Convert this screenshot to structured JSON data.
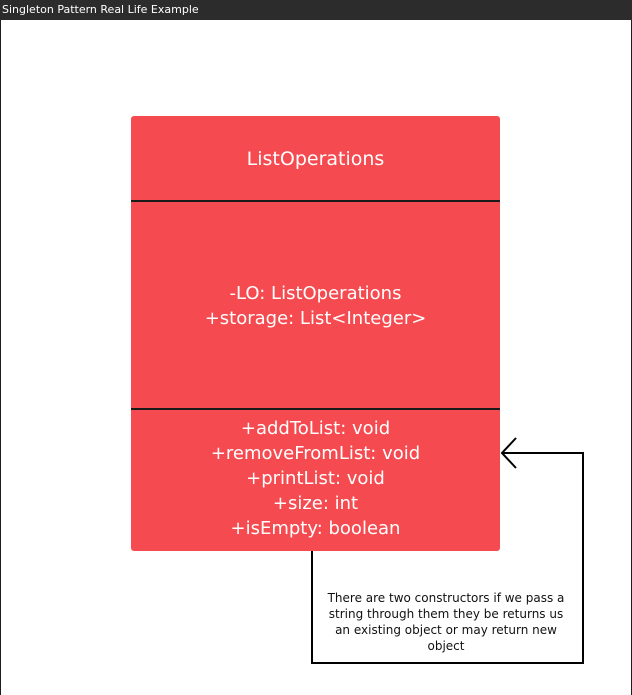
{
  "window": {
    "title": "Singleton Pattern Real Life Example"
  },
  "colors": {
    "class_fill": "#f54a4f",
    "divider": "#1a1a1a",
    "titlebar": "#2c2c2c"
  },
  "uml_class": {
    "name": "ListOperations",
    "attributes": [
      "-LO: ListOperations",
      "+storage: List<Integer>"
    ],
    "methods": [
      "+addToList: void",
      "+removeFromList: void",
      "+printList: void",
      "+size: int",
      "+isEmpty: boolean"
    ]
  },
  "note": {
    "text": "There are two constructors if we pass a string through them they be returns us an existing object or may return new object"
  }
}
